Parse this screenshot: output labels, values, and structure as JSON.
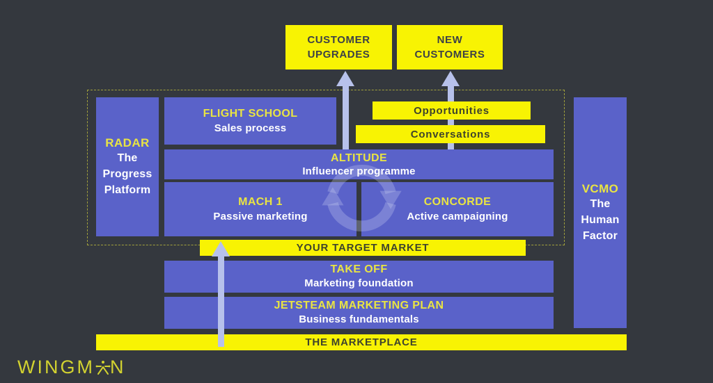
{
  "page": {
    "title": "Wingman jetstream marketing framework diagram"
  },
  "colors": {
    "background": "#34383e",
    "module_purple": "#5a62c9",
    "bar_yellow": "#f8f303",
    "heading_yellow": "#e9e443",
    "subtitle_white": "#ffffff",
    "dark_text_on_yellow": "#3e432c",
    "arrow_lavender": "#b7c1eb",
    "dashed_outline": "#a3a23c",
    "logo_yellow": "#d2d230"
  },
  "outputs": {
    "customer_upgrades": "CUSTOMER\nUPGRADES",
    "new_customers": "NEW\nCUSTOMERS"
  },
  "funnel": {
    "opportunities": "Opportunities",
    "conversations": "Conversations"
  },
  "modules": {
    "radar": {
      "title": "RADAR",
      "subtitle": "The\nProgress\nPlatform"
    },
    "flight_school": {
      "title": "FLIGHT SCHOOL",
      "subtitle": "Sales process"
    },
    "altitude": {
      "title": "ALTITUDE",
      "subtitle": "Influencer programme"
    },
    "mach1": {
      "title": "MACH 1",
      "subtitle": "Passive marketing"
    },
    "concorde": {
      "title": "CONCORDE",
      "subtitle": "Active campaigning"
    },
    "take_off": {
      "title": "TAKE OFF",
      "subtitle": "Marketing foundation"
    },
    "jetsteam": {
      "title": "JETSTEAM MARKETING PLAN",
      "subtitle": "Business fundamentals"
    },
    "vcmo": {
      "title": "VCMO",
      "subtitle": "The\nHuman\nFactor"
    }
  },
  "bars": {
    "target_market": "YOUR TARGET MARKET",
    "marketplace": "THE MARKETPLACE"
  },
  "logo": {
    "left": "WINGM",
    "right": "N"
  },
  "icons": {
    "cycle": "cycle-arrows-icon",
    "up_arrows": "arrow-up-icon",
    "logo_figure": "star-person-icon"
  }
}
